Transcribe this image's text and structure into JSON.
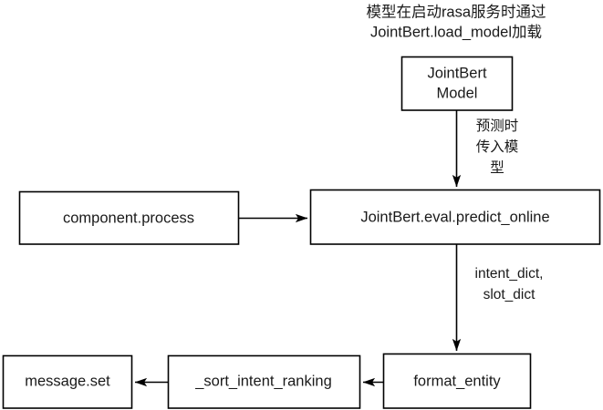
{
  "diagram": {
    "title_annotation": {
      "line1": "模型在启动rasa服务时通过",
      "line2": "JointBert.load_model加载"
    },
    "nodes": [
      {
        "id": "jointbert-model",
        "line1": "JointBert",
        "line2": "Model"
      },
      {
        "id": "component-process",
        "line1": "component.process",
        "line2": ""
      },
      {
        "id": "jointbert-eval-predict-online",
        "line1": "JointBert.eval.predict_online",
        "line2": ""
      },
      {
        "id": "format-entity",
        "line1": "format_entity",
        "line2": ""
      },
      {
        "id": "sort-intent-ranking",
        "line1": "_sort_intent_ranking",
        "line2": ""
      },
      {
        "id": "message-set",
        "line1": "message.set",
        "line2": ""
      }
    ],
    "edge_labels": [
      {
        "id": "predict-pass-model",
        "line1": "预测时",
        "line2": "传入模",
        "line3": "型"
      },
      {
        "id": "dicts",
        "line1": "intent_dict,",
        "line2": "slot_dict",
        "line3": ""
      }
    ],
    "colors": {
      "stroke": "#000000",
      "text": "#1a1a1a",
      "background": "#ffffff"
    }
  }
}
